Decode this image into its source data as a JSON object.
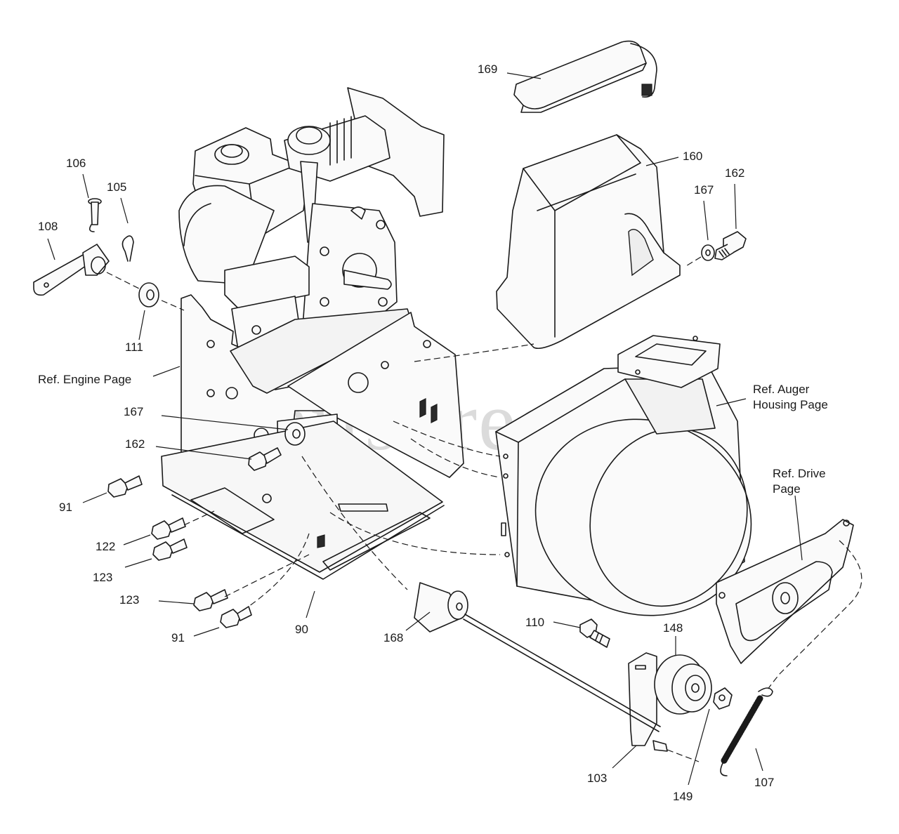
{
  "watermark": {
    "text": "PartsTree",
    "mark": "™"
  },
  "parts": {
    "p169": "169",
    "p160": "160",
    "p162_top": "162",
    "p167_top": "167",
    "p106": "106",
    "p105": "105",
    "p108": "108",
    "p111": "111",
    "p167_mid": "167",
    "p162_mid": "162",
    "p91_upper": "91",
    "p122": "122",
    "p123_upper": "123",
    "p123_lower": "123",
    "p91_lower": "91",
    "p90": "90",
    "p168": "168",
    "p110": "110",
    "p148": "148",
    "p103": "103",
    "p149": "149",
    "p107": "107"
  },
  "references": {
    "engine": "Ref. Engine Page",
    "auger_line1": "Ref. Auger",
    "auger_line2": "Housing Page",
    "drive_line1": "Ref. Drive",
    "drive_line2": "Page"
  }
}
